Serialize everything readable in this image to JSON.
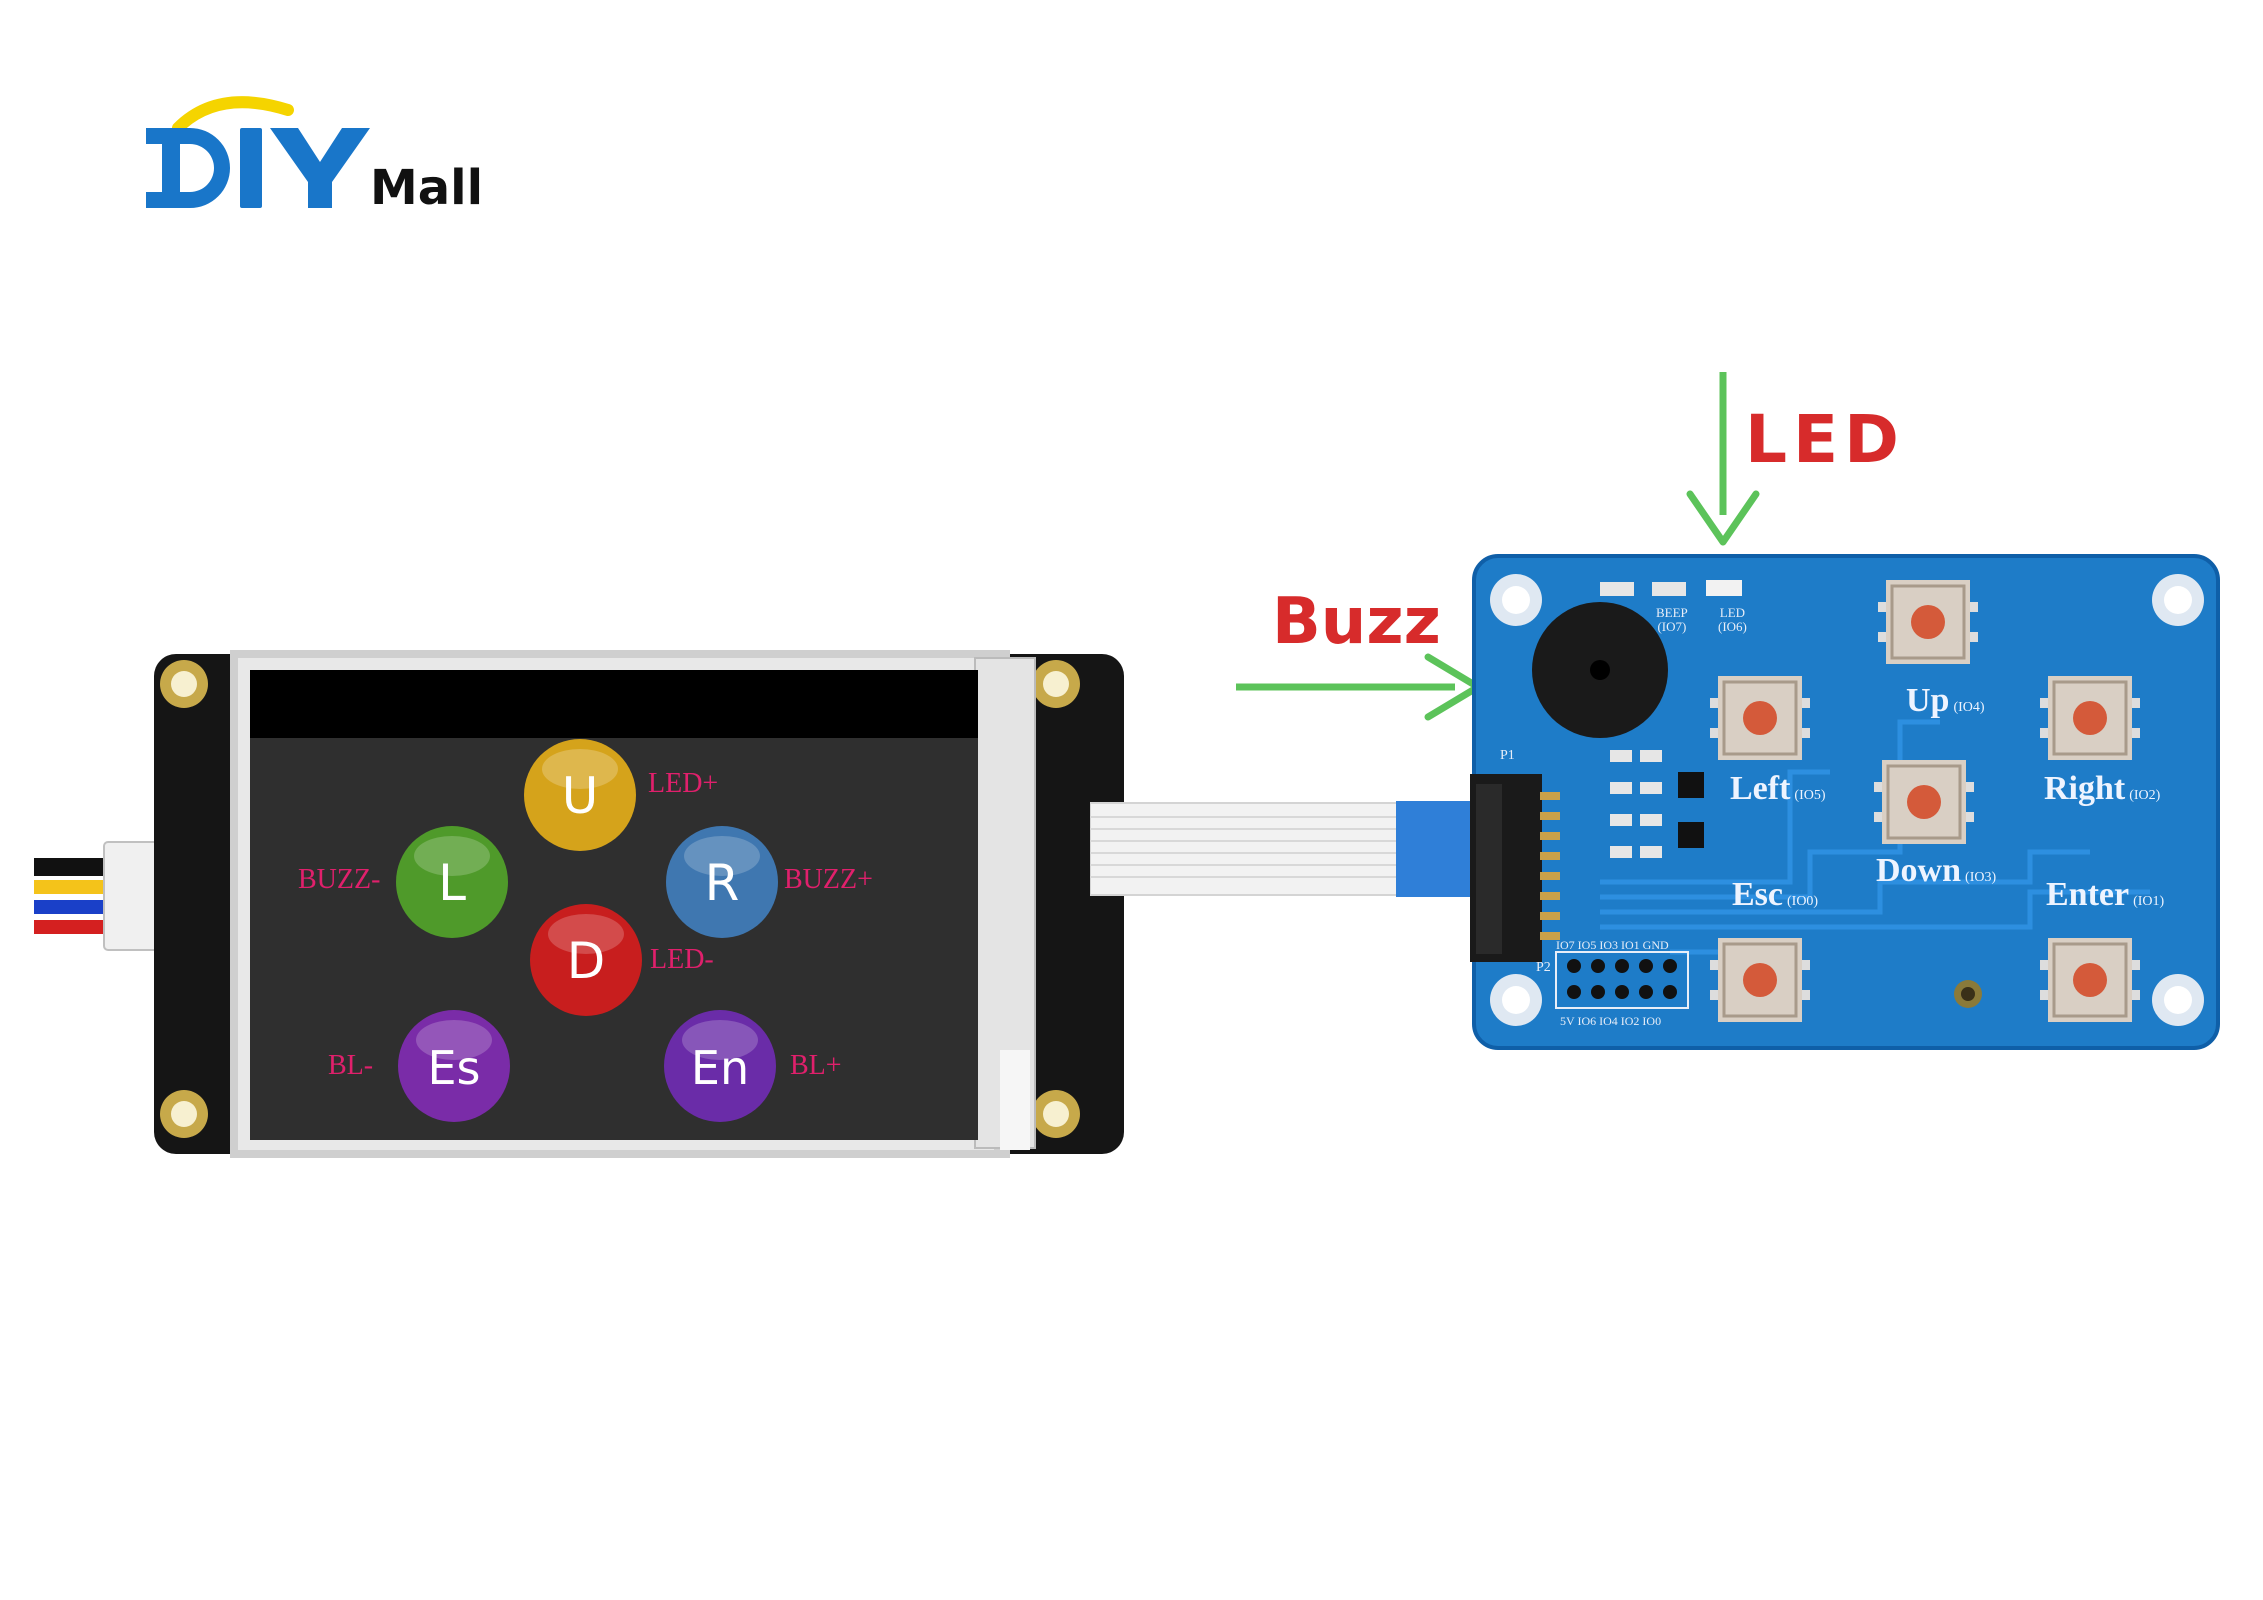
{
  "brand": {
    "logo_letters": "DIY",
    "logo_suffix": "Mall",
    "colors": {
      "primary": "#1976c9",
      "accent": "#f5d400",
      "text": "#111111"
    }
  },
  "callouts": {
    "led_label": "LED",
    "buzz_label": "Buzz",
    "label_color": "#d72b2b",
    "arrow_color": "#5cc35a"
  },
  "display_screen": {
    "buttons": [
      {
        "letter": "U",
        "color": "#d5a31b",
        "side_label": "LED+"
      },
      {
        "letter": "L",
        "color": "#4f9a2a",
        "side_label": "BUZZ-"
      },
      {
        "letter": "R",
        "color": "#3f77b0",
        "side_label": "BUZZ+"
      },
      {
        "letter": "D",
        "color": "#c81e1e",
        "side_label": "LED-"
      },
      {
        "letter": "Es",
        "color": "#7a2ca8",
        "side_label": "BL-"
      },
      {
        "letter": "En",
        "color": "#6a2ca8",
        "side_label": "BL+"
      }
    ]
  },
  "keypad_board": {
    "keys": [
      {
        "name": "Up",
        "pin": "(IO4)"
      },
      {
        "name": "Left",
        "pin": "(IO5)"
      },
      {
        "name": "Right",
        "pin": "(IO2)"
      },
      {
        "name": "Down",
        "pin": "(IO3)"
      },
      {
        "name": "Esc",
        "pin": "(IO0)"
      },
      {
        "name": "Enter",
        "pin": "(IO1)"
      }
    ],
    "top_labels": {
      "beep": "BEEP",
      "beep_pin": "(IO7)",
      "led": "LED",
      "led_pin": "(IO6)"
    },
    "header_top": "IO7 IO5 IO3 IO1 GND",
    "header_bottom": "5V IO6 IO4 IO2 IO0",
    "connector_labels": {
      "p1": "P1",
      "p2": "P2"
    },
    "board_color": "#1e7cc8"
  }
}
